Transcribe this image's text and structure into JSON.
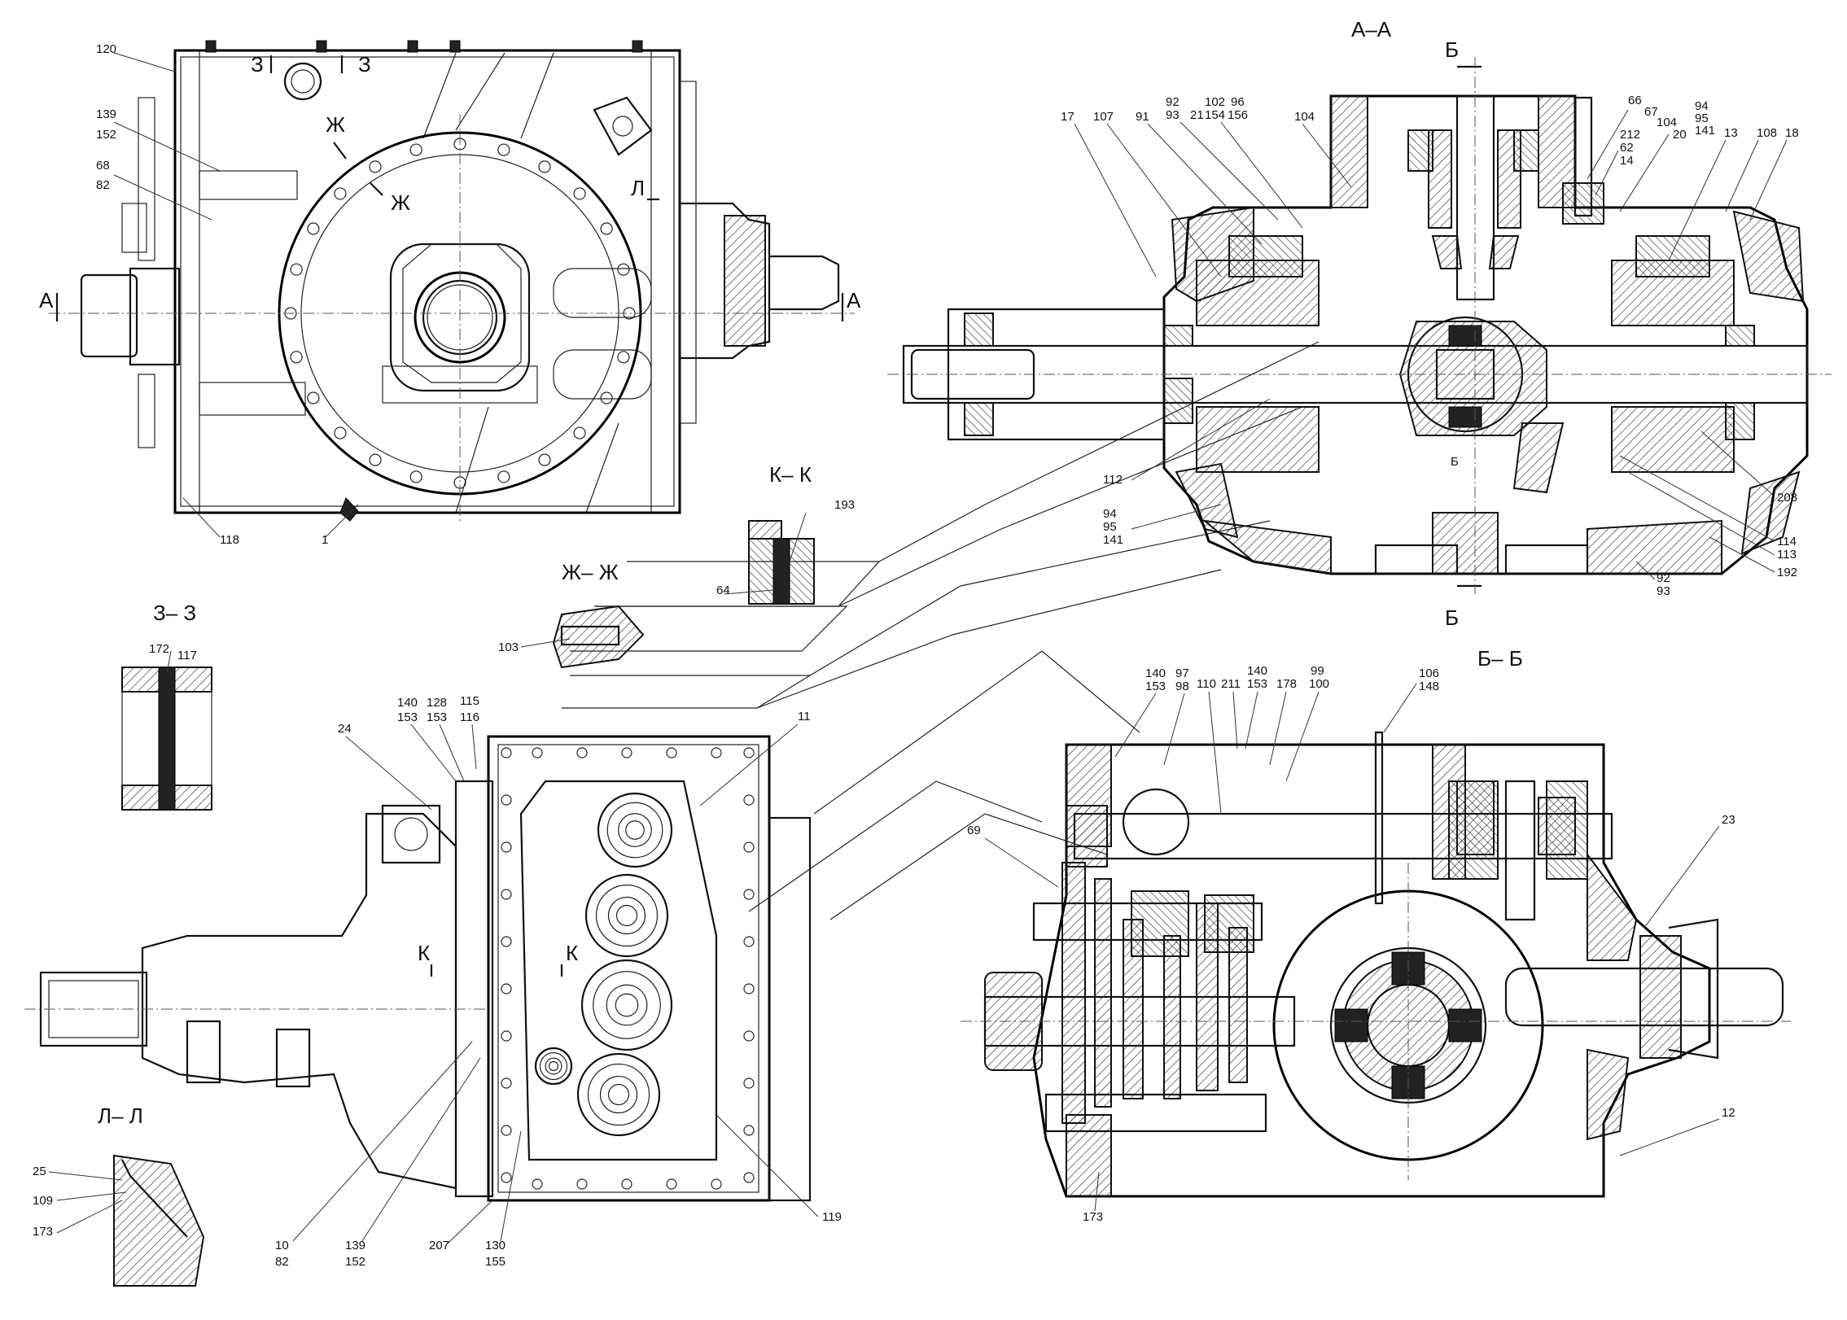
{
  "sections": {
    "aa": "А–А",
    "bb": "Б– Б",
    "zz": "З– З",
    "zhzh": "Ж– Ж",
    "kk": "К– К",
    "ll": "Л– Л"
  },
  "cut_marks": {
    "a": "А",
    "b": "Б",
    "z": "З",
    "zh": "Ж",
    "l": "Л",
    "k": "К"
  },
  "labels": {
    "top_left": [
      "120",
      "139",
      "152",
      "68",
      "82",
      "118",
      "1"
    ],
    "kk": [
      "193",
      "64"
    ],
    "zhzh": [
      "103"
    ],
    "zz": [
      "172",
      "117"
    ],
    "ll": [
      "25",
      "109",
      "173"
    ],
    "bottom_left_top": [
      "140",
      "153",
      "128",
      "153",
      "115",
      "116",
      "24",
      "11"
    ],
    "bottom_left_bottom": [
      "10",
      "82",
      "139",
      "152",
      "207",
      "130",
      "155",
      "119"
    ],
    "aa_top": [
      "17",
      "107",
      "91",
      "92",
      "93",
      "21",
      "102",
      "154",
      "96",
      "156",
      "104",
      "66",
      "67",
      "212",
      "62",
      "14",
      "104",
      "20",
      "94",
      "95",
      "141",
      "13",
      "108",
      "18"
    ],
    "aa_bottom": [
      "112",
      "94",
      "95",
      "141",
      "208",
      "114",
      "113",
      "192",
      "92",
      "93"
    ],
    "bb_top": [
      "140",
      "153",
      "97",
      "98",
      "110",
      "211",
      "140",
      "153",
      "178",
      "99",
      "100",
      "106",
      "148",
      "23"
    ],
    "bb_bottom": [
      "69",
      "173",
      "12"
    ]
  }
}
